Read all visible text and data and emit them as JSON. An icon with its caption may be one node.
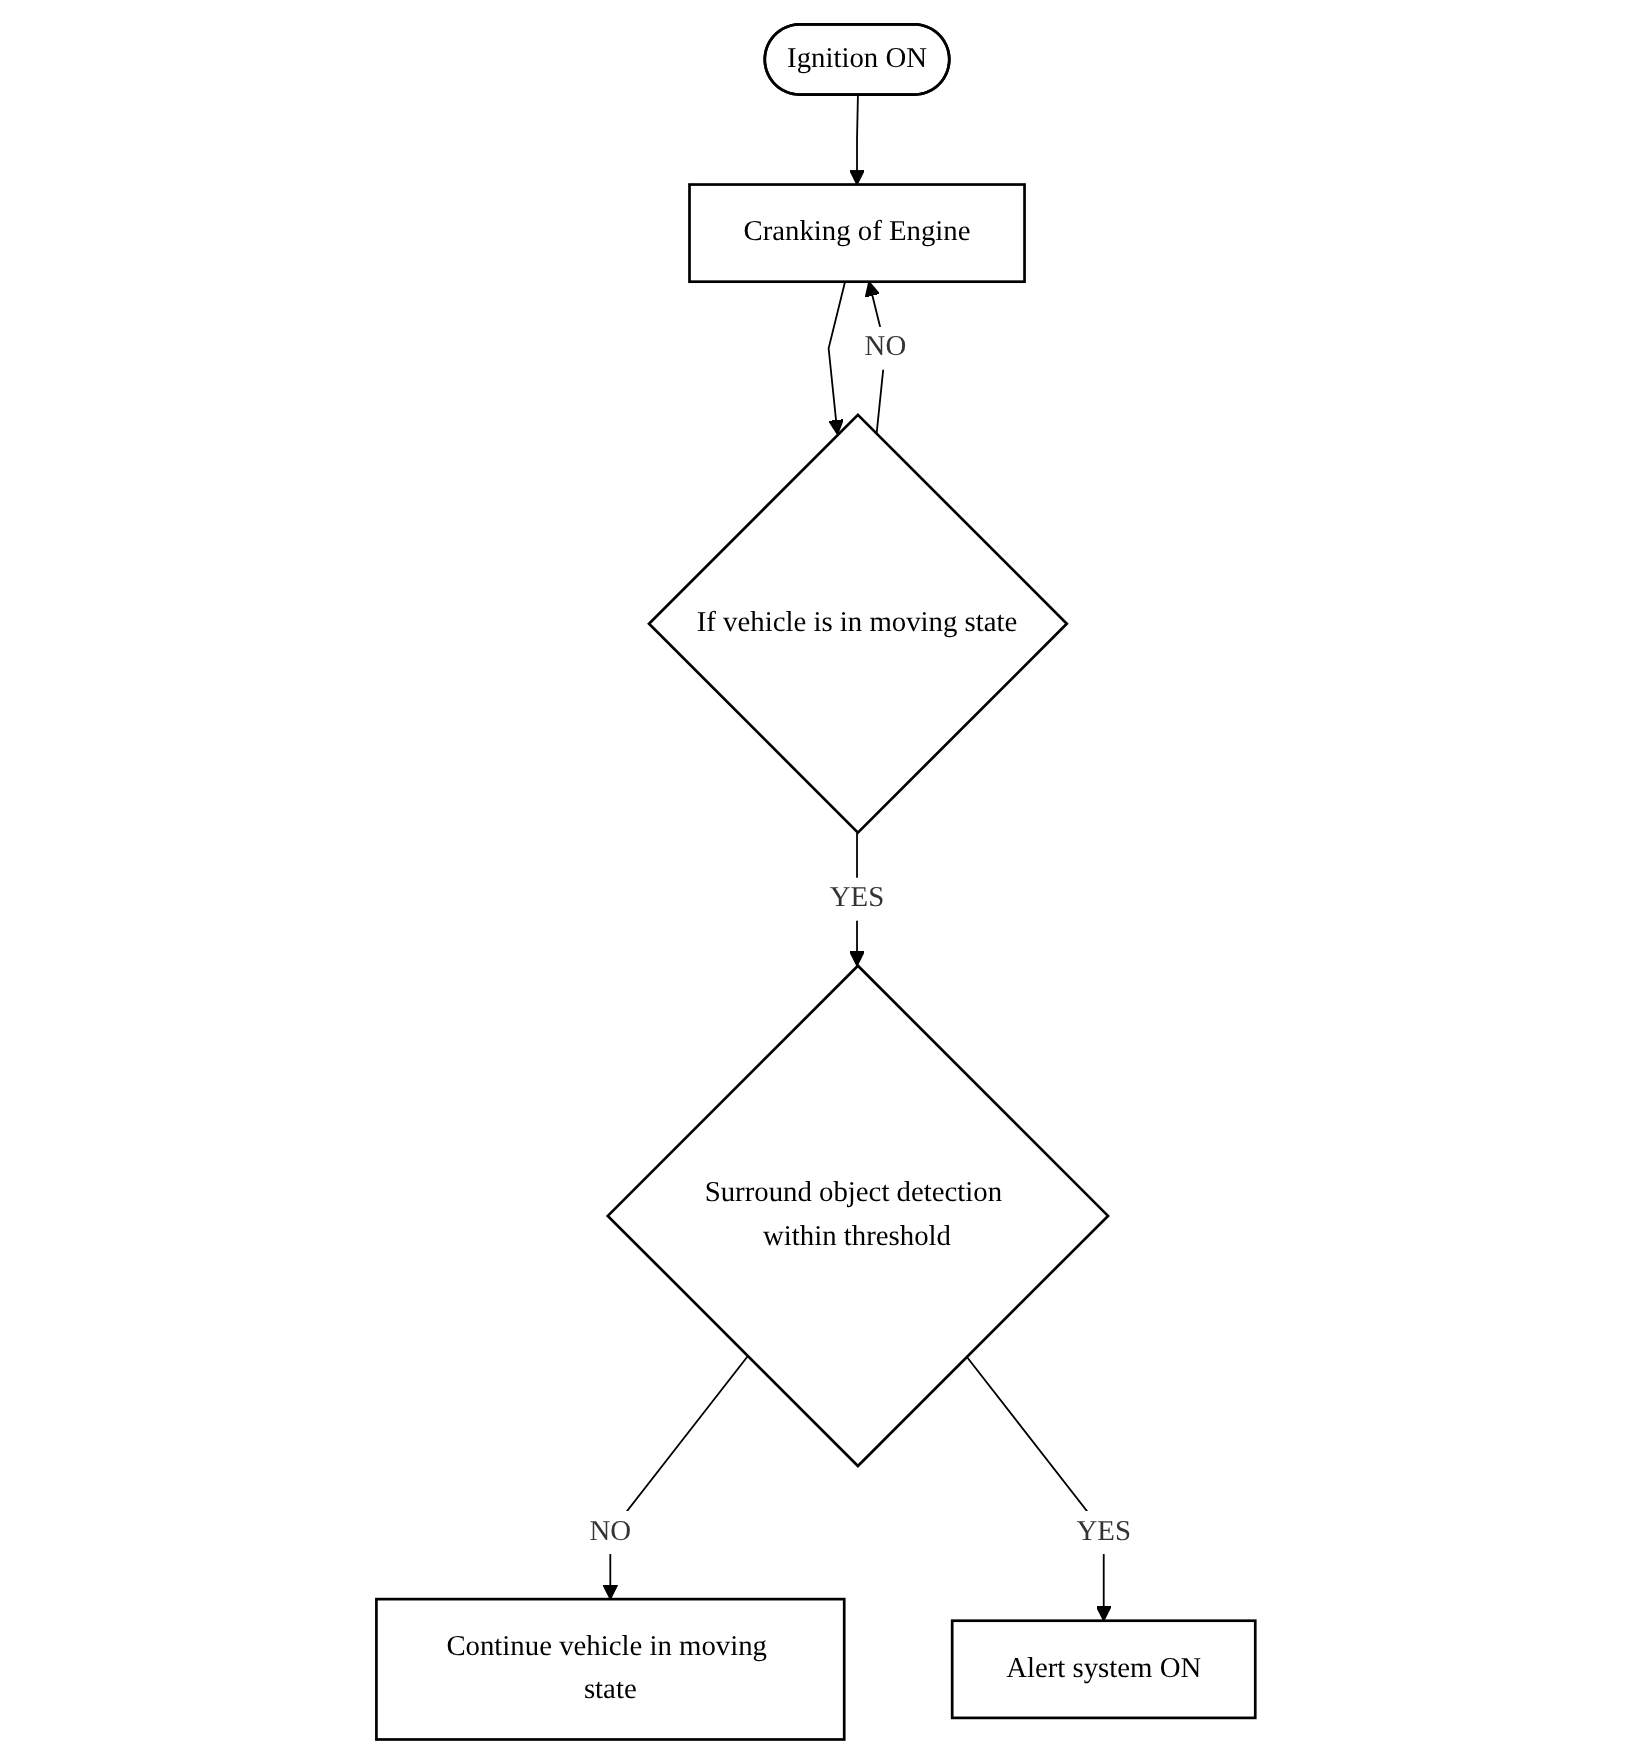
{
  "diagram": {
    "nodes": [
      {
        "text": [
          "Ignition ON"
        ]
      },
      {
        "text": [
          "Cranking of Engine"
        ]
      },
      {
        "text": [
          "If vehicle is in moving state"
        ]
      },
      {
        "text": [
          "Surround object detection within threshold"
        ]
      },
      {
        "text": [
          "Continue vehicle in moving state"
        ]
      },
      {
        "text": [
          "Alert system ON"
        ]
      }
    ],
    "edges": [
      {
        "from": 0,
        "to": 1,
        "arrow": "to"
      },
      {
        "from": 1,
        "to": 2,
        "arrow": "to"
      },
      {
        "from": 2,
        "to": 1,
        "arrow": "to",
        "label": "NO"
      },
      {
        "from": 2,
        "to": 3,
        "arrow": "to",
        "label": "YES"
      },
      {
        "from": 3,
        "to": 4,
        "arrow": "to",
        "label": "NO"
      },
      {
        "from": 3,
        "to": 5,
        "arrow": "to",
        "label": "YES"
      }
    ]
  }
}
